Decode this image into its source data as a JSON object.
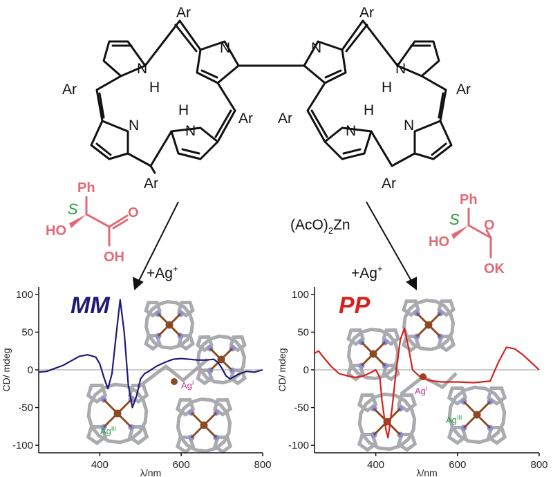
{
  "structure": {
    "atoms": {
      "nitrogen": "N",
      "hydrogen": "H",
      "aryl": "Ar"
    }
  },
  "reagents": {
    "left": {
      "stereo": "S",
      "phenyl": "Ph",
      "hydroxyl": "HO",
      "carbonyl_o": "O",
      "acid_oh": "OH"
    },
    "right": {
      "stereo": "S",
      "phenyl": "Ph",
      "hydroxyl": "HO",
      "carbonyl_o": "O",
      "salt": "OK"
    },
    "zinc_text": "(AcO)",
    "zinc_sub": "2",
    "zinc_tail": "Zn",
    "silver_text": "+Ag",
    "silver_sup": "+"
  },
  "colors": {
    "mm_series": "#1f1a74",
    "pp_series": "#d8201c",
    "reagent": "#e06a74",
    "ag_label": "#c0398f",
    "agiii_label": "#2d9a3a",
    "crystal_frame": "#a9abaf",
    "metal": "#8a4a22",
    "nitrogen_ball": "#8c92d6"
  },
  "metal_labels": {
    "left": {
      "ag1": "Ag",
      "ag1_sup": "I",
      "ag3": "Ag",
      "ag3_sup": "III"
    },
    "right": {
      "ag1": "Ag",
      "ag1_sup": "I",
      "ag3": "Ag",
      "ag3_sup": "III"
    }
  },
  "chart_data": [
    {
      "type": "line",
      "title": "MM",
      "xlabel": "λ/nm",
      "ylabel": "CD/ mdeg",
      "xlim": [
        250,
        800
      ],
      "ylim": [
        -110,
        110
      ],
      "xticks": [
        400,
        600,
        800
      ],
      "yticks": [
        100,
        50,
        0,
        -50,
        -100
      ],
      "series": [
        {
          "x": [
            250,
            270,
            290,
            310,
            330,
            350,
            370,
            390,
            400,
            410,
            420,
            430,
            440,
            450,
            460,
            470,
            480,
            490,
            500,
            510,
            520,
            540,
            560,
            580,
            600,
            620,
            640,
            660,
            680,
            690,
            700,
            710,
            720,
            740,
            760,
            780,
            800
          ],
          "y": [
            -3,
            -2,
            2,
            6,
            12,
            18,
            20,
            17,
            8,
            -10,
            -25,
            -5,
            45,
            93,
            50,
            -20,
            -50,
            -35,
            -12,
            -5,
            -2,
            5,
            10,
            14,
            15,
            14,
            13,
            13,
            14,
            10,
            2,
            -8,
            -12,
            -6,
            -2,
            -3,
            0
          ]
        }
      ]
    },
    {
      "type": "line",
      "title": "PP",
      "xlabel": "λ/nm",
      "ylabel": "CD/ mdeg",
      "xlim": [
        250,
        800
      ],
      "ylim": [
        -110,
        110
      ],
      "xticks": [
        400,
        600,
        800
      ],
      "yticks": [
        100,
        50,
        0,
        -50,
        -100
      ],
      "series": [
        {
          "x": [
            250,
            260,
            270,
            290,
            310,
            330,
            350,
            370,
            390,
            400,
            410,
            415,
            420,
            425,
            430,
            440,
            450,
            460,
            470,
            480,
            490,
            500,
            510,
            530,
            560,
            600,
            640,
            680,
            700,
            720,
            740,
            760,
            780,
            800
          ],
          "y": [
            22,
            25,
            18,
            5,
            -5,
            -8,
            -10,
            -8,
            -3,
            0,
            -10,
            -40,
            -60,
            -80,
            -90,
            -50,
            0,
            40,
            55,
            30,
            0,
            -5,
            -10,
            -14,
            -16,
            -16,
            -17,
            -15,
            10,
            30,
            28,
            20,
            10,
            0
          ]
        }
      ]
    }
  ]
}
